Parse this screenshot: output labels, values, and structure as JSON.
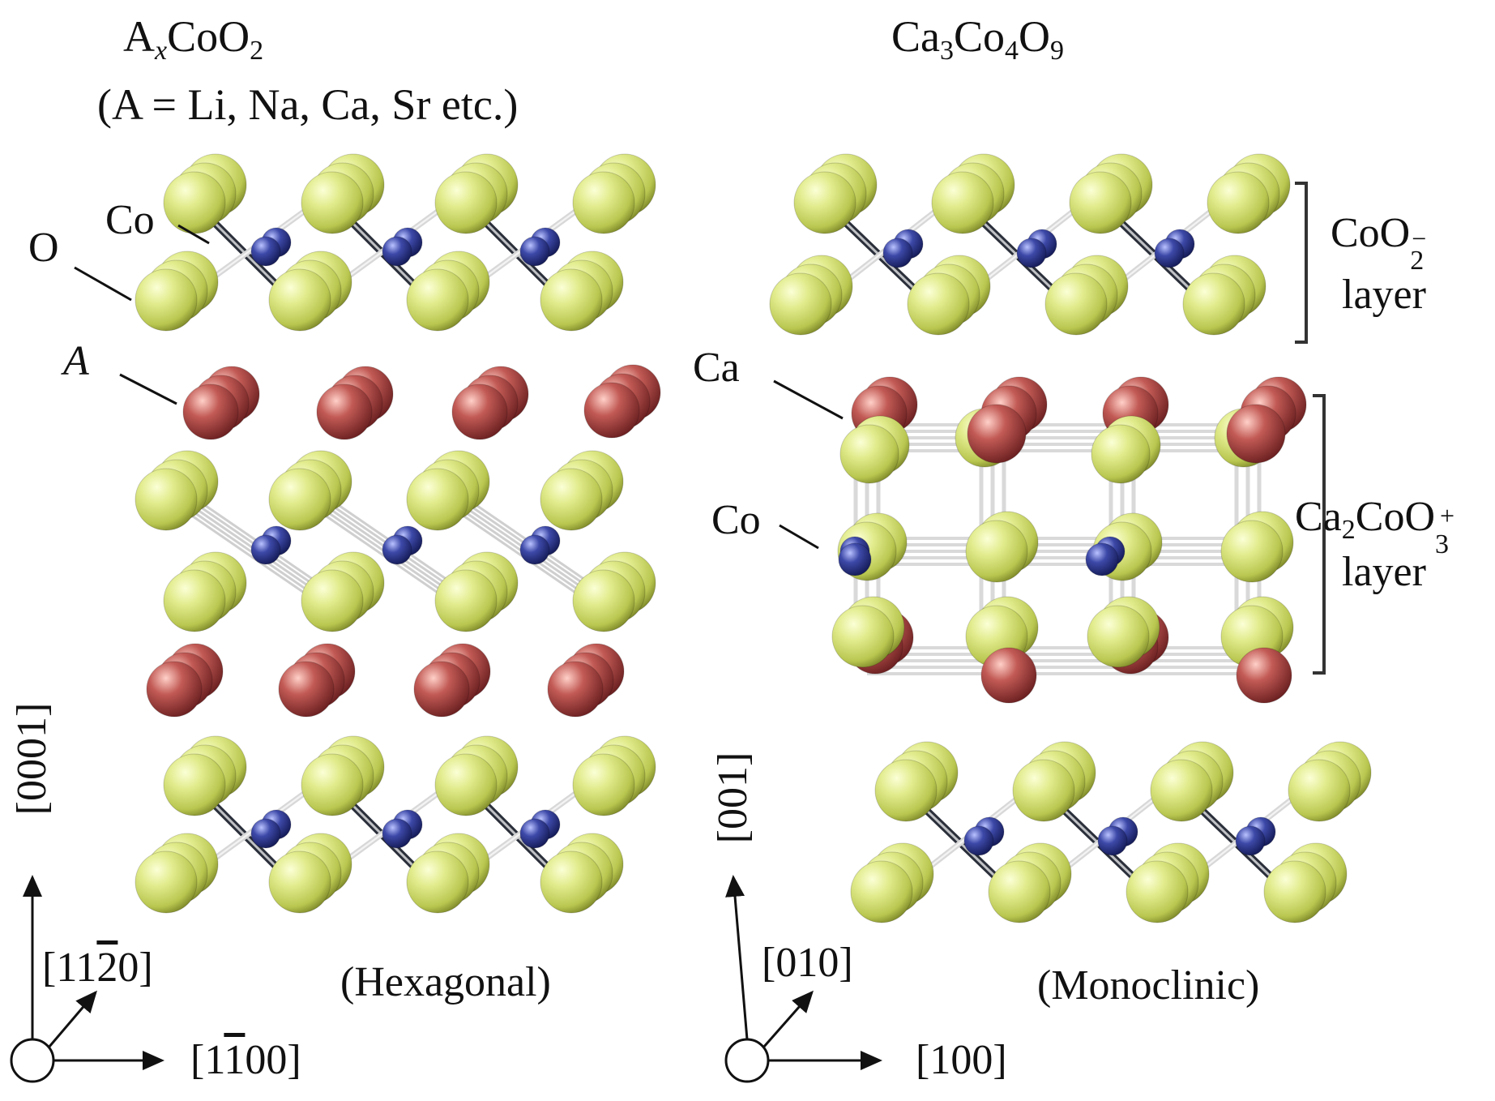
{
  "left_panel": {
    "title": {
      "pre": "A",
      "sub_x": "x",
      "mid": "CoO",
      "sub_2": "2"
    },
    "subtitle": "(A = Li, Na, Ca, Sr etc.)",
    "labels": {
      "co": "Co",
      "o": "O",
      "a": "A"
    },
    "system": "(Hexagonal)",
    "axes": {
      "vertical": "[0001]",
      "diag_a": "[11",
      "diag_bar": "2",
      "diag_b": "0]",
      "horiz_a": "[1",
      "horiz_bar": "1",
      "horiz_b": "00]"
    }
  },
  "right_panel": {
    "title": {
      "a": "Ca",
      "s1": "3",
      "b": "Co",
      "s2": "4",
      "c": "O",
      "s3": "9"
    },
    "labels": {
      "ca": "Ca",
      "co": "Co"
    },
    "layer1": {
      "name": "CoO",
      "sub": "2",
      "sup": "−",
      "word": "layer"
    },
    "layer2": {
      "a": "Ca",
      "s1": "2",
      "b": "CoO",
      "s2": "3",
      "sup": "+",
      "word": "layer"
    },
    "system": "(Monoclinic)",
    "axes": {
      "vertical": "[001]",
      "diag": "[010]",
      "horiz": "[100]"
    }
  },
  "colors": {
    "oxygen": "#c9d862",
    "cobalt": "#2c3588",
    "a_site": "#b34a4a",
    "bond": "#d8d8d8",
    "dark_bond": "#2a2f3a"
  }
}
